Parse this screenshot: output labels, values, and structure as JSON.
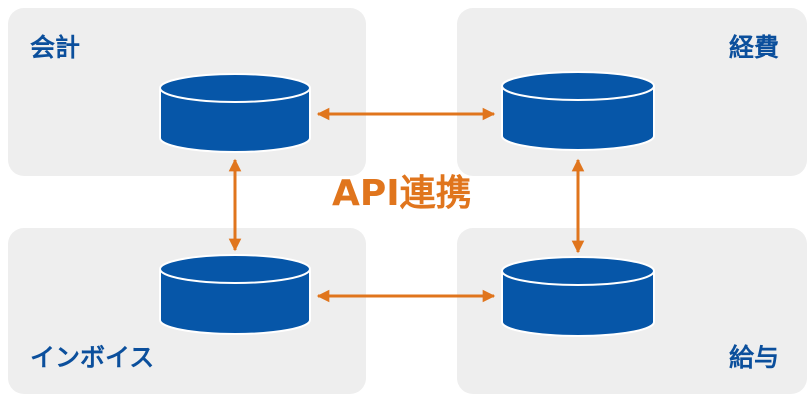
{
  "colors": {
    "panel_background": "#eeeeee",
    "label_text": "#0b4f9c",
    "database_fill": "#0656a8",
    "database_stroke": "#ffffff",
    "connector": "#e0751d"
  },
  "systems": {
    "accounting": {
      "label": "会計"
    },
    "expenses": {
      "label": "経費"
    },
    "invoice": {
      "label": "インボイス"
    },
    "payroll": {
      "label": "給与"
    }
  },
  "center_label": "API連携",
  "icons": {
    "database": "database-cylinder-icon",
    "connector": "double-headed-arrow"
  }
}
